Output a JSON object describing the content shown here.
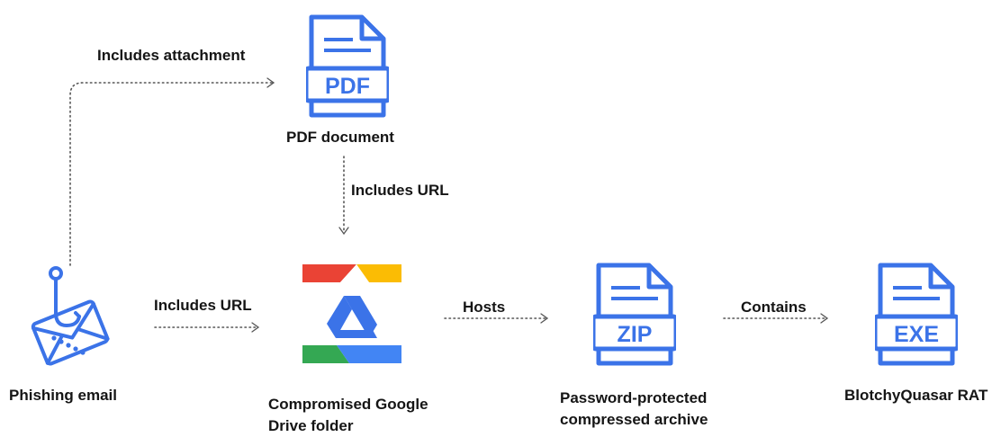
{
  "colors": {
    "icon_blue": "#3b73e8",
    "arrow": "#555555",
    "text": "#151515"
  },
  "nodes": {
    "phishing_email": {
      "label": "Phishing email",
      "icon": "phishing-hook-envelope-icon"
    },
    "pdf_document": {
      "label": "PDF document",
      "icon": "pdf-file-icon",
      "badge": "PDF"
    },
    "drive_folder": {
      "label": "Compromised Google\nDrive folder",
      "icon": "google-drive-logo-icon"
    },
    "archive": {
      "label": "Password-protected\ncompressed archive",
      "icon": "zip-file-icon",
      "badge": "ZIP"
    },
    "rat": {
      "label": "BlotchyQuasar RAT",
      "icon": "exe-file-icon",
      "badge": "EXE"
    }
  },
  "edges": {
    "email_to_pdf": "Includes attachment",
    "pdf_to_drive": "Includes URL",
    "email_to_drive": "Includes URL",
    "drive_to_archive": "Hosts",
    "archive_to_rat": "Contains"
  }
}
